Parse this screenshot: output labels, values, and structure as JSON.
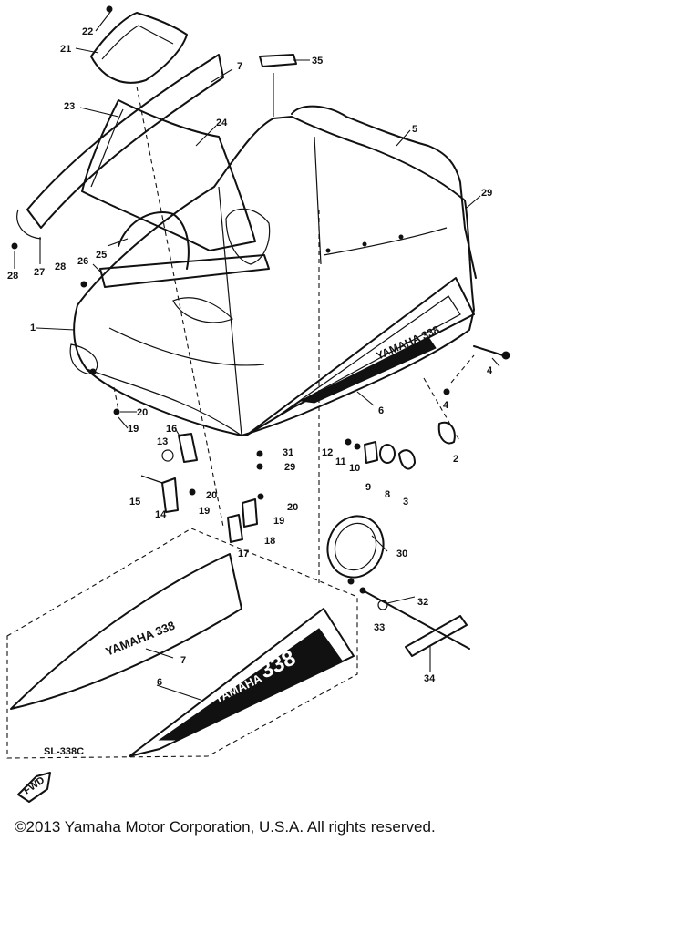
{
  "callouts": [
    {
      "id": "c22",
      "text": "22"
    },
    {
      "id": "c21",
      "text": "21"
    },
    {
      "id": "c7a",
      "text": "7"
    },
    {
      "id": "c35",
      "text": "35"
    },
    {
      "id": "c23",
      "text": "23"
    },
    {
      "id": "c24",
      "text": "24"
    },
    {
      "id": "c5",
      "text": "5"
    },
    {
      "id": "c29a",
      "text": "29"
    },
    {
      "id": "c25",
      "text": "25"
    },
    {
      "id": "c26",
      "text": "26"
    },
    {
      "id": "c28a",
      "text": "28"
    },
    {
      "id": "c27",
      "text": "27"
    },
    {
      "id": "c28b",
      "text": "28"
    },
    {
      "id": "c1",
      "text": "1"
    },
    {
      "id": "c4a",
      "text": "4"
    },
    {
      "id": "c4b",
      "text": "4"
    },
    {
      "id": "c6a",
      "text": "6"
    },
    {
      "id": "c20a",
      "text": "20"
    },
    {
      "id": "c19a",
      "text": "19"
    },
    {
      "id": "c16",
      "text": "16"
    },
    {
      "id": "c13",
      "text": "13"
    },
    {
      "id": "c12",
      "text": "12"
    },
    {
      "id": "c11",
      "text": "11"
    },
    {
      "id": "c10",
      "text": "10"
    },
    {
      "id": "c9",
      "text": "9"
    },
    {
      "id": "c8",
      "text": "8"
    },
    {
      "id": "c3",
      "text": "3"
    },
    {
      "id": "c2",
      "text": "2"
    },
    {
      "id": "c31",
      "text": "31"
    },
    {
      "id": "c29b",
      "text": "29"
    },
    {
      "id": "c15",
      "text": "15"
    },
    {
      "id": "c14",
      "text": "14"
    },
    {
      "id": "c20b",
      "text": "20"
    },
    {
      "id": "c19b",
      "text": "19"
    },
    {
      "id": "c20c",
      "text": "20"
    },
    {
      "id": "c19c",
      "text": "19"
    },
    {
      "id": "c18",
      "text": "18"
    },
    {
      "id": "c17",
      "text": "17"
    },
    {
      "id": "c30",
      "text": "30"
    },
    {
      "id": "c32",
      "text": "32"
    },
    {
      "id": "c33",
      "text": "33"
    },
    {
      "id": "c34",
      "text": "34"
    },
    {
      "id": "c7b",
      "text": "7"
    },
    {
      "id": "c6b",
      "text": "6"
    }
  ],
  "decals": {
    "hood_decal_text": "YAMAHA 338",
    "inset_upper_text": "YAMAHA 338",
    "inset_lower_brand": "YAMAHA",
    "inset_lower_number": "338"
  },
  "inset_model_label": "SL-338C",
  "fwd_label": "FWD",
  "copyright": "©2013 Yamaha Motor Corporation, U.S.A. All rights reserved.",
  "colors": {
    "ink": "#111111",
    "background": "#ffffff"
  }
}
